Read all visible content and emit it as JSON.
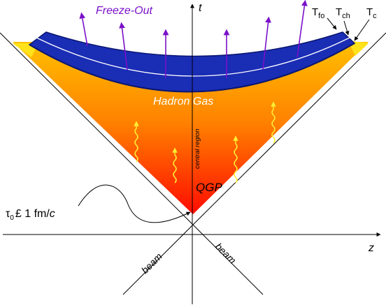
{
  "labels": {
    "freeze_out": "Freeze-Out",
    "t_axis": "t",
    "z_axis": "z",
    "hadron_gas": "Hadron Gas",
    "qgp": "QGP",
    "central_region": "central region",
    "beam_left": "beam",
    "beam_right": "beam",
    "tau_symbol": "τ",
    "tau_sub": "0",
    "tau_rest": "£ 1 fm/",
    "tau_c": "c",
    "t_fo_main": "T",
    "t_fo_sub": "fo",
    "t_ch_main": "T",
    "t_ch_sub": "ch",
    "t_c_main": "T",
    "t_c_sub": "c"
  },
  "colors": {
    "freeze_out_text": "#7a10c8",
    "purple_arrow": "#7a10c8",
    "hadron_band": "#1a2db5",
    "hadron_band_edge": "#0a1670",
    "hadron_text": "#ffffff",
    "qgp_top": "#ffb000",
    "qgp_bottom": "#ff0000",
    "yellow_edge": "#ffe21a",
    "wavy_arrow": "#ffee33",
    "line": "#000000"
  },
  "icons": {
    "outflow": "arrow-up-icon",
    "thermal_emission": "wavy-arrow-icon"
  }
}
